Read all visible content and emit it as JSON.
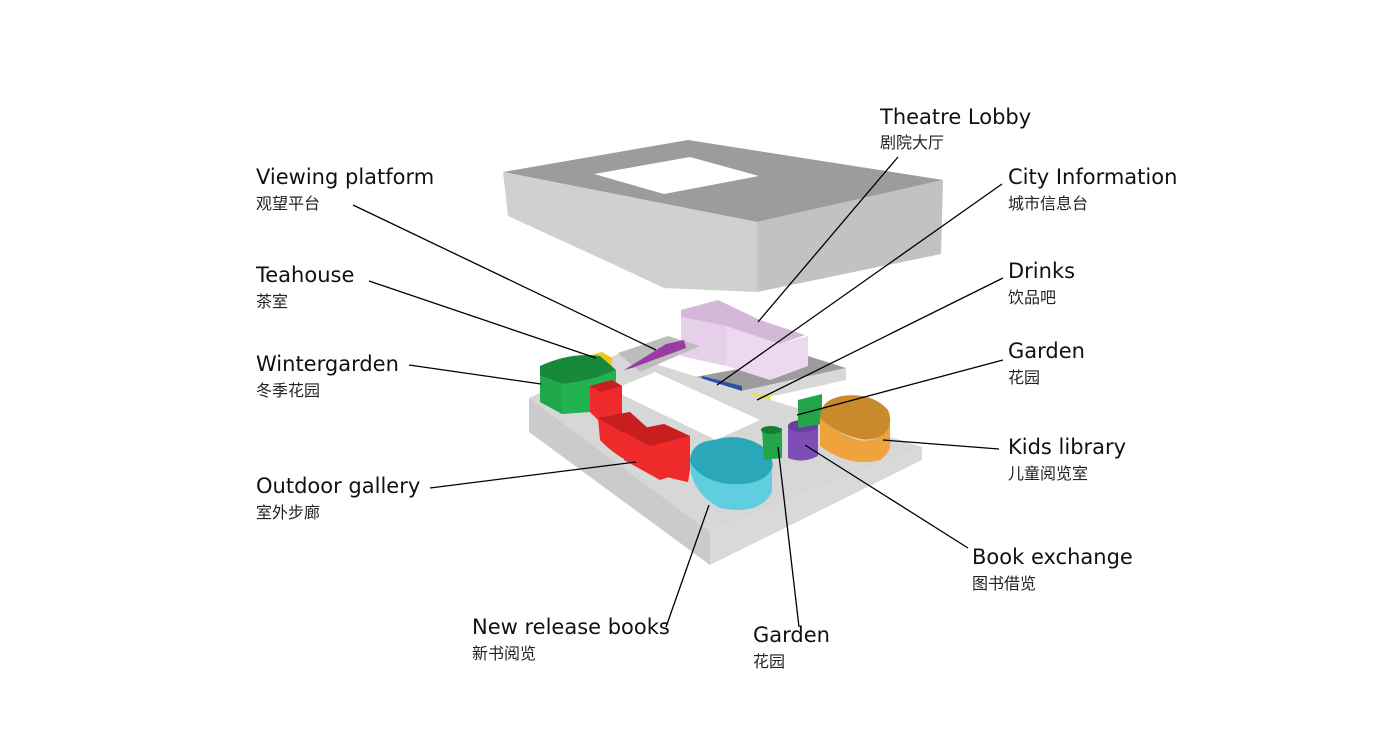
{
  "labels": [
    {
      "id": "theatre-lobby",
      "en": "Theatre Lobby",
      "zh": "剧院大厅"
    },
    {
      "id": "viewing-platform",
      "en": "Viewing platform",
      "zh": "观望平台"
    },
    {
      "id": "city-information",
      "en": "City Information",
      "zh": "城市信息台"
    },
    {
      "id": "teahouse",
      "en": "Teahouse",
      "zh": "茶室"
    },
    {
      "id": "drinks",
      "en": "Drinks",
      "zh": "饮品吧"
    },
    {
      "id": "wintergarden",
      "en": "Wintergarden",
      "zh": "冬季花园"
    },
    {
      "id": "garden-right",
      "en": "Garden",
      "zh": "花园"
    },
    {
      "id": "kids-library",
      "en": "Kids library",
      "zh": "儿童阅览室"
    },
    {
      "id": "outdoor-gallery",
      "en": "Outdoor gallery",
      "zh": "室外步廊"
    },
    {
      "id": "book-exchange",
      "en": "Book exchange",
      "zh": "图书借览"
    },
    {
      "id": "new-release-books",
      "en": "New release books",
      "zh": "新书阅览"
    },
    {
      "id": "garden-bottom",
      "en": "Garden",
      "zh": "花园"
    }
  ],
  "colors": {
    "slab_top": "#dcdcdc",
    "slab_side": "#c9c9c9",
    "roof_top": "#9c9c9c",
    "roof_side": "#d0d0d0",
    "wintergarden": "#1fa84a",
    "outdoor_gallery": "#ee2a2a",
    "new_release_books": "#2bb3c9",
    "kids_library": "#f0a23c",
    "book_exchange": "#7e4db5",
    "garden": "#23a64a",
    "theatre_lobby": "#e2c7e6",
    "city_information": "#2e4fa8",
    "drinks": "#e3e619",
    "viewing_platform": "#9c3aa5",
    "teahouse": "#f2c41a"
  }
}
